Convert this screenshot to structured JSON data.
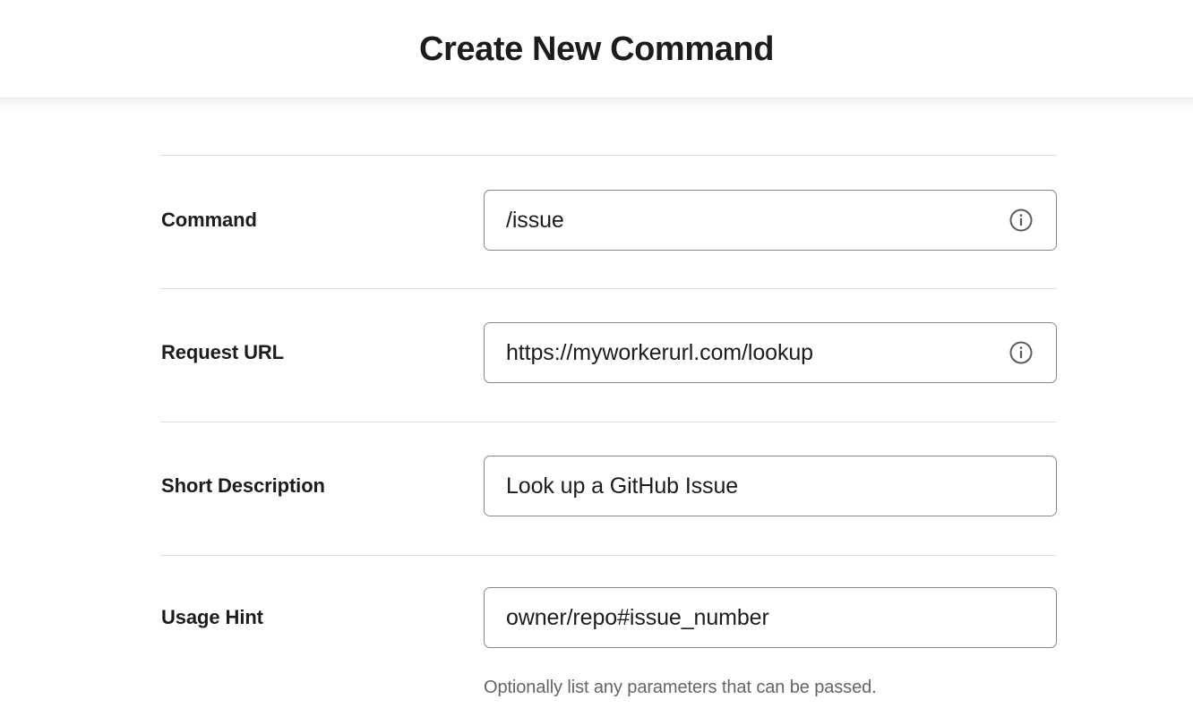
{
  "header": {
    "title": "Create New Command"
  },
  "form": {
    "rows": [
      {
        "label": "Command",
        "value": "/issue",
        "has_info_icon": true,
        "info_icon": "info-circle-icon",
        "helper": ""
      },
      {
        "label": "Request URL",
        "value": "https://myworkerurl.com/lookup",
        "has_info_icon": true,
        "info_icon": "info-circle-icon",
        "helper": ""
      },
      {
        "label": "Short Description",
        "value": "Look up a GitHub Issue",
        "has_info_icon": false,
        "info_icon": "",
        "helper": ""
      },
      {
        "label": "Usage Hint",
        "value": "owner/repo#issue_number",
        "has_info_icon": false,
        "info_icon": "",
        "helper": "Optionally list any parameters that can be passed."
      }
    ]
  },
  "colors": {
    "text_primary": "#1d1c1d",
    "text_muted": "#656565",
    "border_input": "#868686",
    "divider": "#e0e0e0",
    "background": "#ffffff"
  }
}
